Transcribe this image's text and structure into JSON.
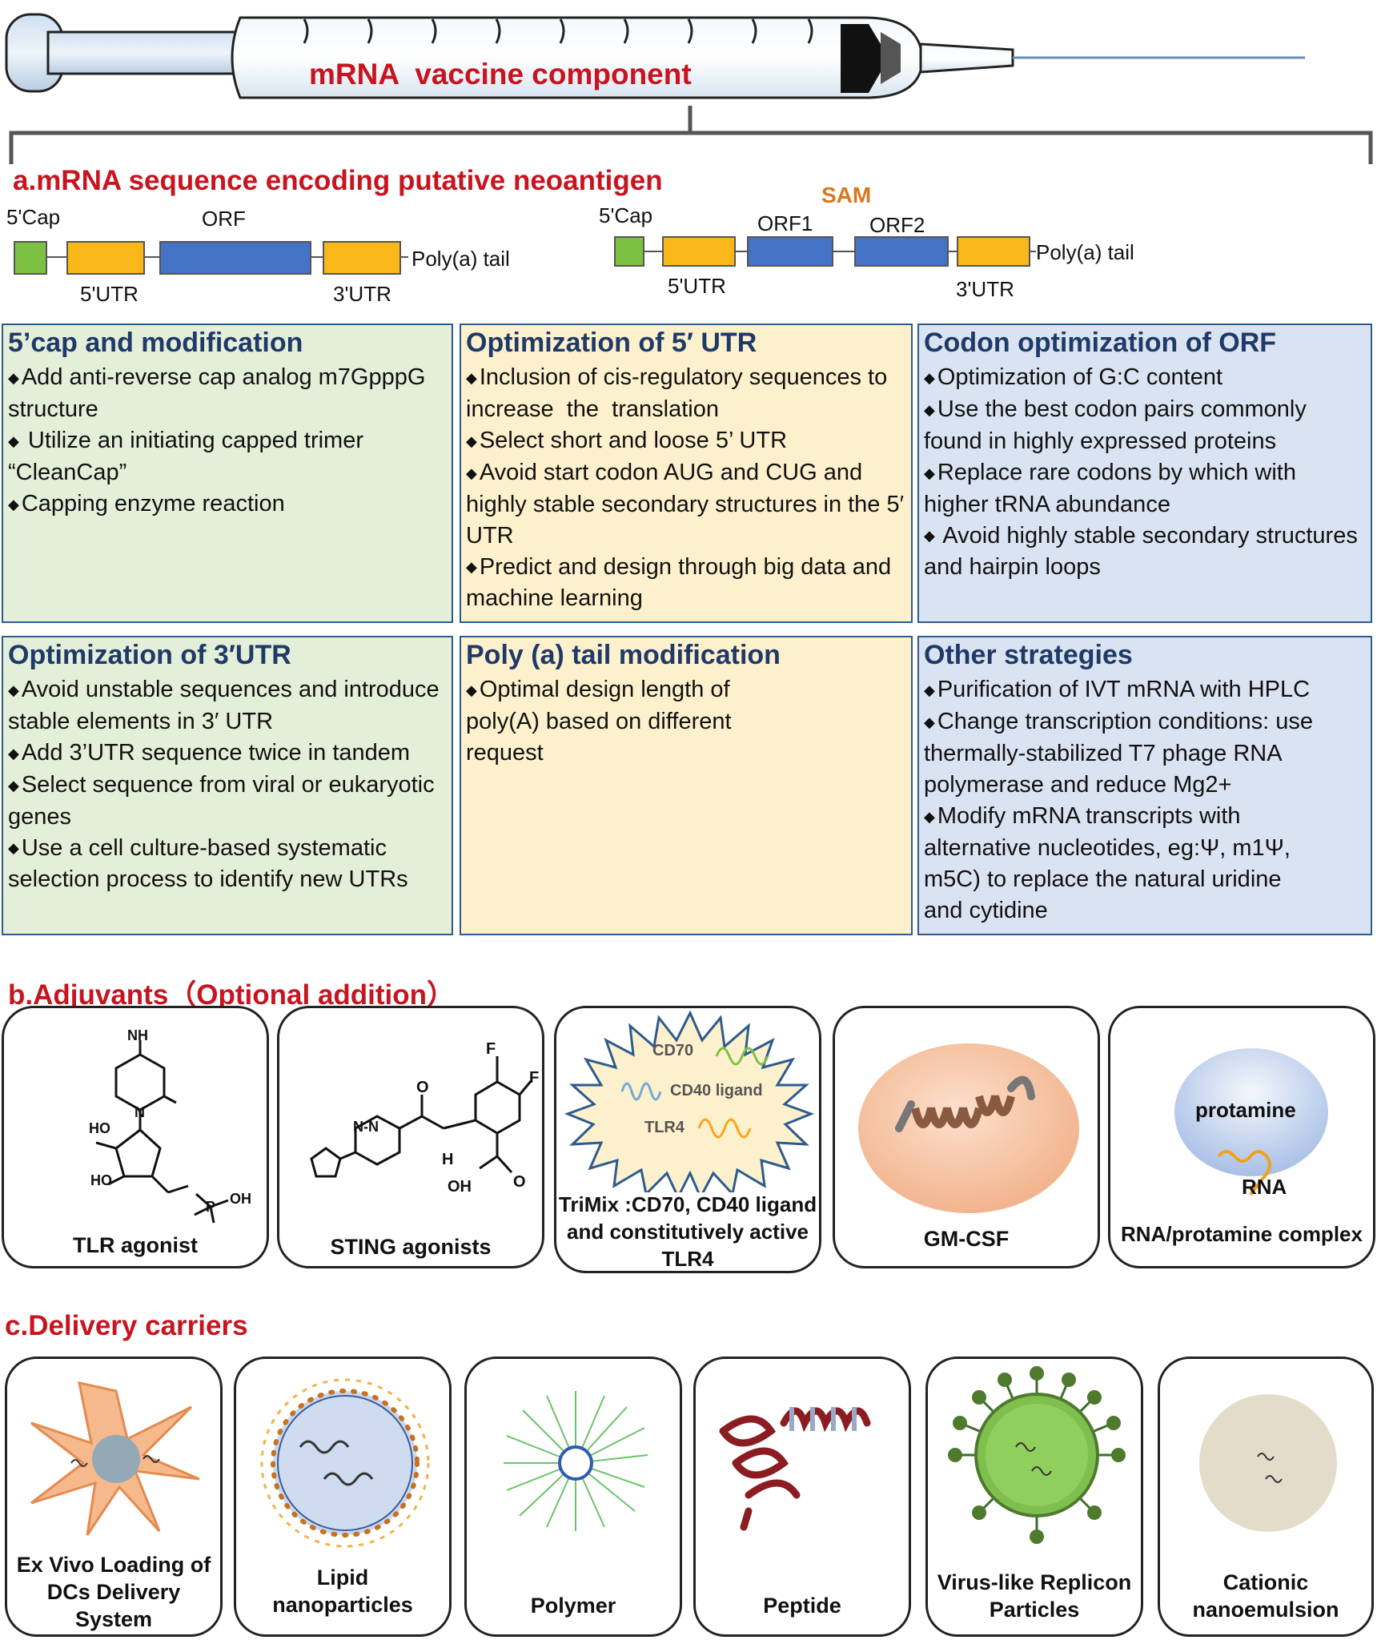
{
  "header": {
    "title": "mRNA  vaccine component"
  },
  "section_a": {
    "title": "a.mRNA sequence encoding putative neoantigen",
    "construct": {
      "cap": "5'Cap",
      "orf": "ORF",
      "utr5": "5'UTR",
      "utr3": "3'UTR",
      "tail": "Poly(a) tail"
    },
    "sam": {
      "title": "SAM",
      "cap": "5'Cap",
      "orf1": "ORF1",
      "orf2": "ORF2",
      "utr5": "5'UTR",
      "utr3": "3'UTR",
      "tail": "Poly(a) tail"
    },
    "panels": [
      {
        "title": "5’cap and  modification",
        "items": [
          "Add anti-reverse cap analog m7GpppG structure",
          " Utilize an initiating capped trimer “CleanCap”",
          "Capping enzyme reaction"
        ]
      },
      {
        "title": "Optimization of 5′ UTR",
        "items": [
          "Inclusion of cis-regulatory sequences to increase  the  translation",
          "Select short and loose 5’ UTR",
          "Avoid start codon AUG and CUG and highly stable secondary structures in the 5′ UTR",
          "Predict and design through big data and machine learning"
        ]
      },
      {
        "title": "Codon optimization of ORF",
        "items": [
          "Optimization of G:C content",
          "Use the best codon pairs commonly found in highly expressed proteins",
          "Replace rare codons by which with higher tRNA abundance",
          " Avoid highly stable secondary structures and hairpin loops"
        ]
      },
      {
        "title": "Optimization of 3′UTR",
        "items": [
          "Avoid unstable sequences and introduce stable elements in 3′ UTR",
          "Add 3’UTR sequence twice in tandem",
          "Select sequence from viral or eukaryotic genes",
          "Use a cell culture-based systematic selection process to identify new UTRs"
        ]
      },
      {
        "title": "Poly (a) tail modification",
        "items": [
          "Optimal design length of poly(A) based on different request"
        ]
      },
      {
        "title": "Other strategies",
        "items": [
          "Purification of IVT mRNA with HPLC",
          "Change transcription conditions: use thermally-stabilized T7 phage RNA polymerase and reduce Mg2+",
          "Modify mRNA transcripts with alternative nucleotides, eg:Ψ, m1Ψ, m5C) to replace the natural uridine and cytidine"
        ]
      }
    ]
  },
  "section_b": {
    "title": "b.Adjuvants（Optional addition）",
    "cards": [
      {
        "label": "TLR agonist"
      },
      {
        "label": "STING agonists"
      },
      {
        "label": "TriMix :CD70, CD40 ligand and constitutively active TLR4",
        "inner": [
          "CD70",
          "CD40 ligand",
          "TLR4"
        ]
      },
      {
        "label": "GM-CSF"
      },
      {
        "label": "RNA/protamine complex",
        "inner": [
          "protamine",
          "RNA"
        ]
      }
    ],
    "chem": {
      "nh2": "NH",
      "n": "N",
      "o": "O",
      "ho": "HO",
      "oh": "OH",
      "p": "P",
      "f": "F",
      "h": "H",
      "nn": "N-N"
    }
  },
  "section_c": {
    "title": "c.Delivery carriers",
    "cards": [
      {
        "label": "Ex Vivo Loading of DCs Delivery System"
      },
      {
        "label": "Lipid nanoparticles"
      },
      {
        "label": "Polymer"
      },
      {
        "label": "Peptide"
      },
      {
        "label": "Virus-like Replicon Particles"
      },
      {
        "label": "Cationic nanoemulsion"
      }
    ]
  },
  "colors": {
    "red": "#c8141e",
    "navy": "#1f3a68",
    "green_panel": "#e3efd9",
    "yellow_panel": "#fdf0cc",
    "blue_panel": "#dae3f1",
    "cap_green": "#7cc142",
    "utr_orange": "#f9b71a",
    "orf_blue": "#4472c4",
    "sam_orange": "#d9771f"
  }
}
